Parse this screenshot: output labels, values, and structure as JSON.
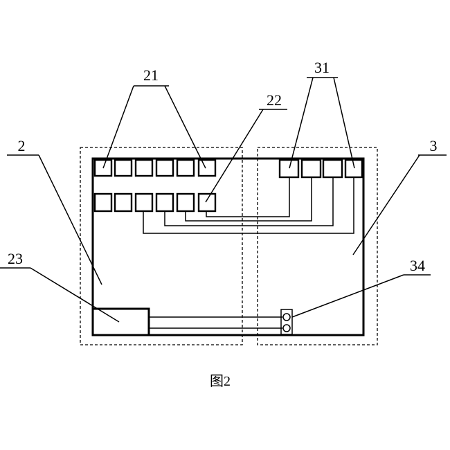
{
  "labels": {
    "ref_2": "2",
    "ref_3": "3",
    "ref_21": "21",
    "ref_22": "22",
    "ref_23": "23",
    "ref_31": "31",
    "ref_34": "34"
  },
  "caption": "图2",
  "colors": {
    "line": "#000000",
    "background": "#ffffff"
  }
}
